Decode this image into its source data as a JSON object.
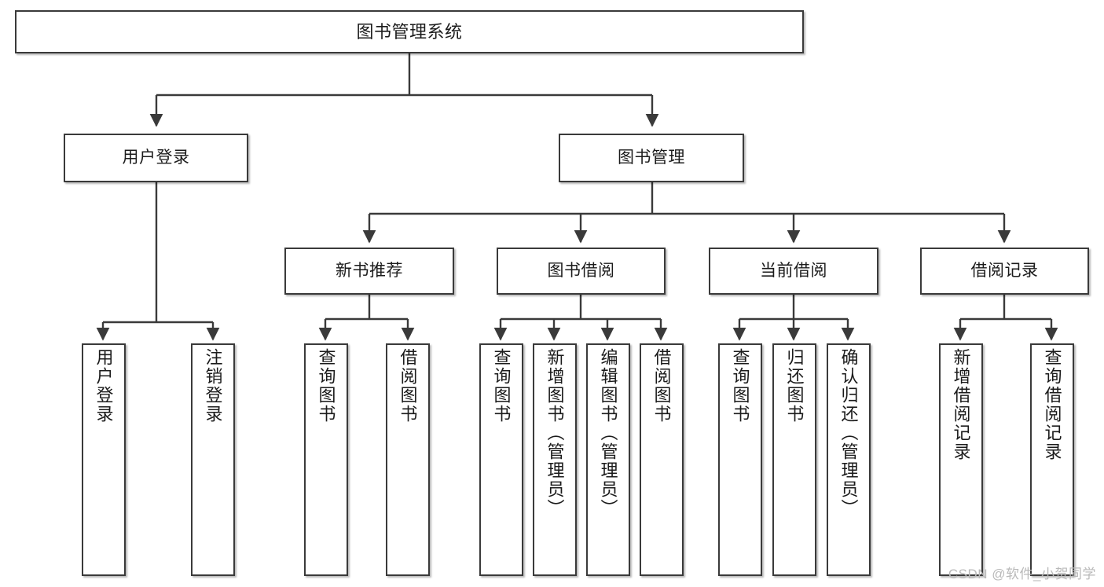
{
  "diagram": {
    "title": "图书管理系统",
    "type": "tree",
    "watermark": "CSDN @软件_小贺同学",
    "colors": {
      "box_border": "#3a3a3a",
      "box_fill": "#ffffff",
      "connector": "#3a3a3a",
      "text": "#1b1b1b",
      "watermark": "#b9b9b9"
    }
  },
  "nodes": {
    "root": {
      "label": "图书管理系统"
    },
    "level2": [
      {
        "id": "user-login",
        "label": "用户登录"
      },
      {
        "id": "book-management",
        "label": "图书管理"
      }
    ],
    "level3": [
      {
        "id": "new-book-recommend",
        "label": "新书推荐"
      },
      {
        "id": "book-borrow",
        "label": "图书借阅"
      },
      {
        "id": "current-borrow",
        "label": "当前借阅"
      },
      {
        "id": "borrow-record",
        "label": "借阅记录"
      }
    ],
    "leaves": {
      "user-login": [
        {
          "id": "leaf-user-login",
          "label": "用户登录"
        },
        {
          "id": "leaf-logout-login",
          "label": "注销登录"
        }
      ],
      "new-book-recommend": [
        {
          "id": "leaf-query-book-1",
          "label": "查询图书"
        },
        {
          "id": "leaf-borrow-book-1",
          "label": "借阅图书"
        }
      ],
      "book-borrow": [
        {
          "id": "leaf-query-book-2",
          "label": "查询图书"
        },
        {
          "id": "leaf-add-book",
          "label": "新增图书（管理员）"
        },
        {
          "id": "leaf-edit-book",
          "label": "编辑图书（管理员）"
        },
        {
          "id": "leaf-borrow-book-2",
          "label": "借阅图书"
        }
      ],
      "current-borrow": [
        {
          "id": "leaf-query-book-3",
          "label": "查询图书"
        },
        {
          "id": "leaf-return-book",
          "label": "归还图书"
        },
        {
          "id": "leaf-confirm-return",
          "label": "确认归还（管理员）"
        }
      ],
      "borrow-record": [
        {
          "id": "leaf-add-record",
          "label": "新增借阅记录"
        },
        {
          "id": "leaf-query-record",
          "label": "查询借阅记录"
        }
      ]
    }
  }
}
